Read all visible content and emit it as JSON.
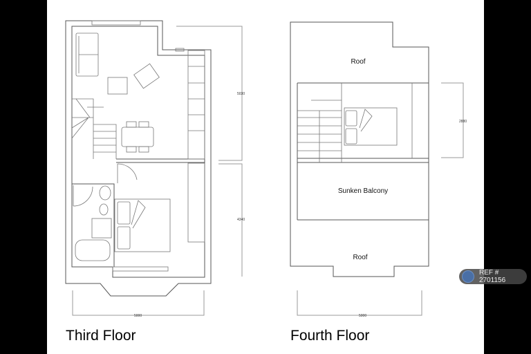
{
  "plans": [
    {
      "title": "Third Floor",
      "dimensions": {
        "upper_depth": "5030",
        "lower_depth": "4340",
        "width": "5000"
      }
    },
    {
      "title": "Fourth Floor",
      "rooms": [
        "Roof",
        "Sunken Balcony",
        "Roof"
      ],
      "dimensions": {
        "depth": "2880",
        "width": "5000"
      }
    }
  ],
  "badge": {
    "icon": "camera-icon",
    "text": "REF # 2701156"
  }
}
